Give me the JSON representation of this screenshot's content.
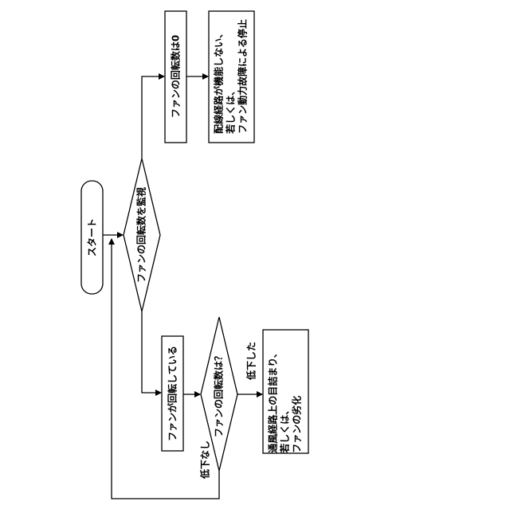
{
  "flowchart": {
    "start": "スタート",
    "monitor": "ファンの回転数を監視",
    "rotating": "ファンが回転している",
    "speed_check": "ファンの回転数は？",
    "speed_zero": "ファンの回転数は0",
    "wiring_failure": "配線経路が機能しない、\n若しくは、\nファン動力故障による停止",
    "airflow_clog": "通風経路上の目詰まり、\n若しくは、\nファンの劣化",
    "label_dropped": "低下した",
    "label_no_drop": "低下なし"
  }
}
